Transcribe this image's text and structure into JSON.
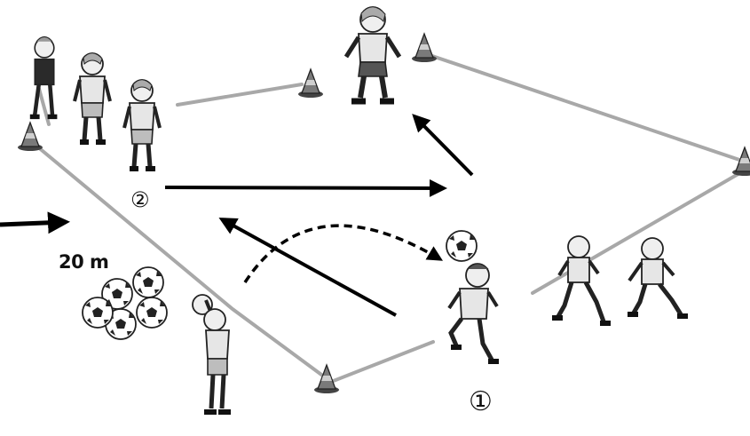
{
  "diagram": {
    "distance_label": "20 m",
    "marker_1": "①",
    "marker_2": "②",
    "colors": {
      "field_line": "#a8a8a8",
      "arrow": "#000000",
      "player_outline": "#222222",
      "player_shirt": "#e6e6e6",
      "player_shorts": "#bdbdbd",
      "cone": "#6f6f6f"
    },
    "players": [
      {
        "role": "goalkeeper-top",
        "icon": "goalkeeper-figure"
      },
      {
        "role": "waiting-player-1",
        "icon": "player-figure"
      },
      {
        "role": "waiting-player-2",
        "icon": "player-figure"
      },
      {
        "role": "waiting-player-3",
        "icon": "player-figure"
      },
      {
        "role": "thrower",
        "icon": "player-throwing-figure"
      },
      {
        "role": "receiver",
        "icon": "player-kicking-figure"
      },
      {
        "role": "runner-1",
        "icon": "player-running-figure"
      },
      {
        "role": "runner-2",
        "icon": "player-running-figure"
      }
    ],
    "ball_count_pile": 5
  }
}
